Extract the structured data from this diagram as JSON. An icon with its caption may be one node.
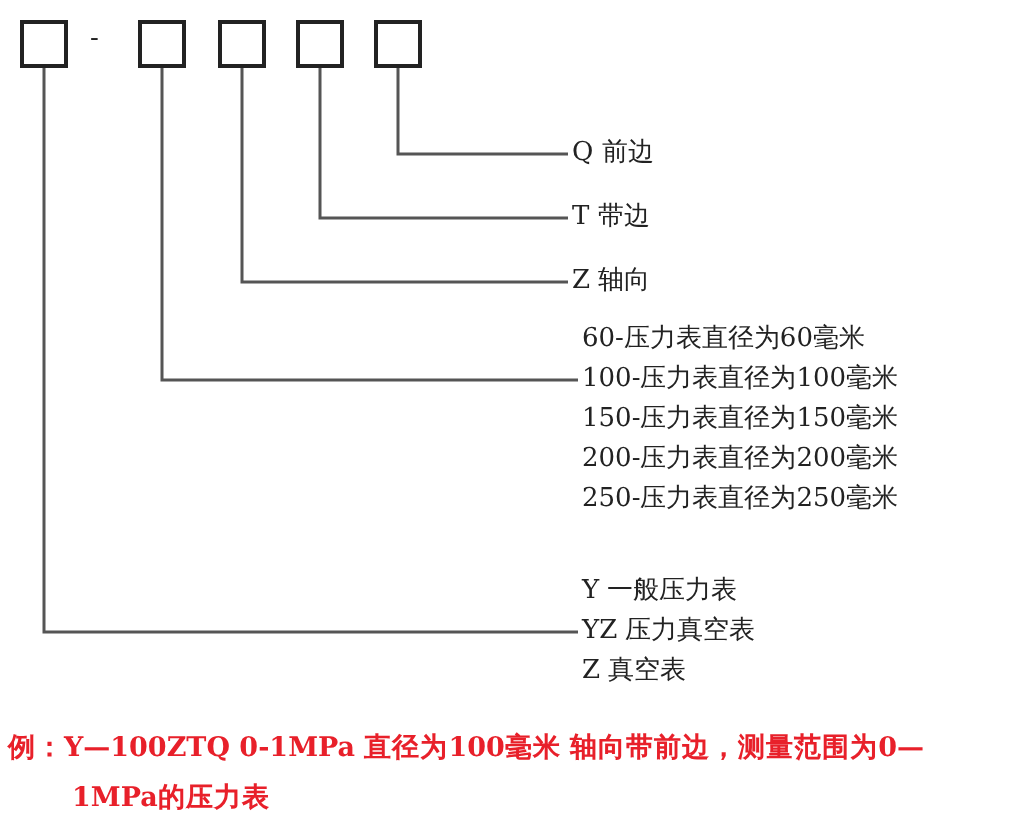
{
  "diagram": {
    "nodes": [
      {
        "text": [],
        "shape": "box"
      },
      {
        "text": [],
        "shape": "box"
      },
      {
        "text": [],
        "shape": "box"
      },
      {
        "text": [],
        "shape": "box"
      },
      {
        "text": [],
        "shape": "box"
      },
      {
        "text": [
          "Q 前边"
        ]
      },
      {
        "text": [
          "T 带边"
        ]
      },
      {
        "text": [
          "Z 轴向"
        ]
      },
      {
        "text": [
          "60-压力表直径为60毫米",
          "100-压力表直径为100毫米",
          "150-压力表直径为150毫米",
          "200-压力表直径为200毫米",
          "250-压力表直径为250毫米"
        ]
      },
      {
        "text": [
          "Y 一般压力表",
          "YZ 压力真空表",
          "Z 真空表"
        ]
      }
    ],
    "edges": [
      {
        "from": 4,
        "to": 5,
        "arrow": "none"
      },
      {
        "from": 3,
        "to": 6,
        "arrow": "none"
      },
      {
        "from": 2,
        "to": 7,
        "arrow": "none"
      },
      {
        "from": 1,
        "to": 8,
        "arrow": "none"
      },
      {
        "from": 0,
        "to": 9,
        "arrow": "none"
      }
    ],
    "labels": [
      "-",
      "例：Y—100ZTQ 0-1MPa 直径为100毫米 轴向带前边，测量范围为0—1MPa的压力表"
    ]
  }
}
